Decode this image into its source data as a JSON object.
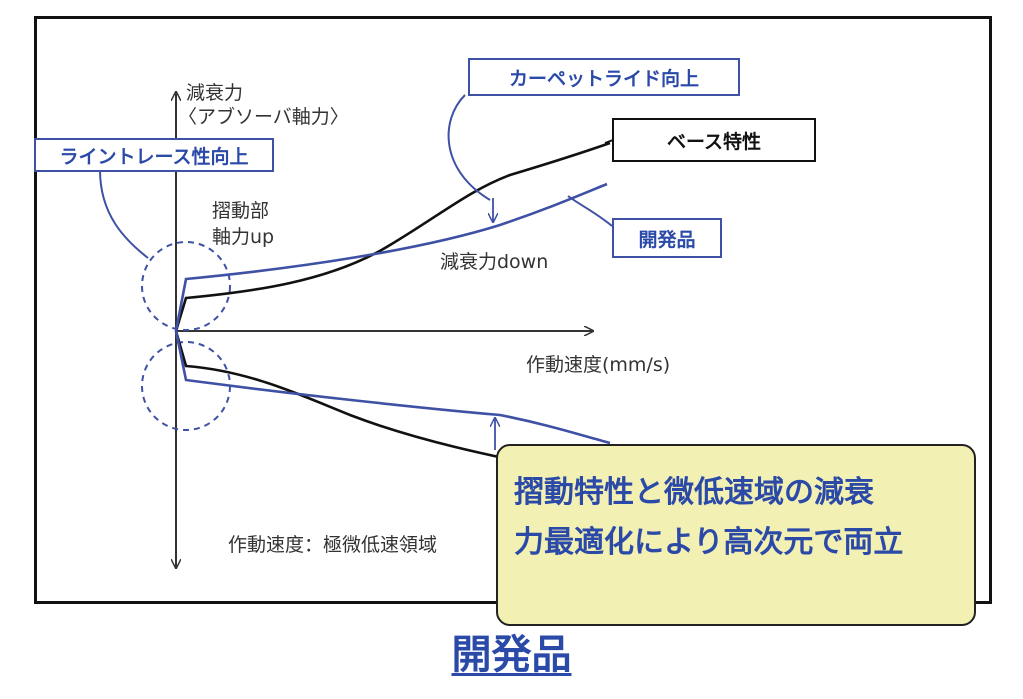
{
  "diagram": {
    "y_axis_label_line1": "減衰力",
    "y_axis_label_line2": "〈アブソーバ軸力〉",
    "x_axis_label": "作動速度(mm/s)",
    "sliding_label_line1": "摺動部",
    "sliding_label_line2": "軸力up",
    "damping_down_label": "減衰力down",
    "low_speed_label": "作動速度：極微低速領域",
    "boxes": {
      "line_trace": "ライントレース性向上",
      "carpet_ride": "カーペットライド向上",
      "base_characteristic": "ベース特性",
      "developed_product": "開発品"
    },
    "colors": {
      "accent_blue": "#3f51a5",
      "callout_bg": "#f3f0b4",
      "base_line": "#111111"
    }
  },
  "callout": {
    "line1": "摺動特性と微低速域の減衰",
    "line2": "力最適化により高次元で両立"
  },
  "caption": "開発品"
}
